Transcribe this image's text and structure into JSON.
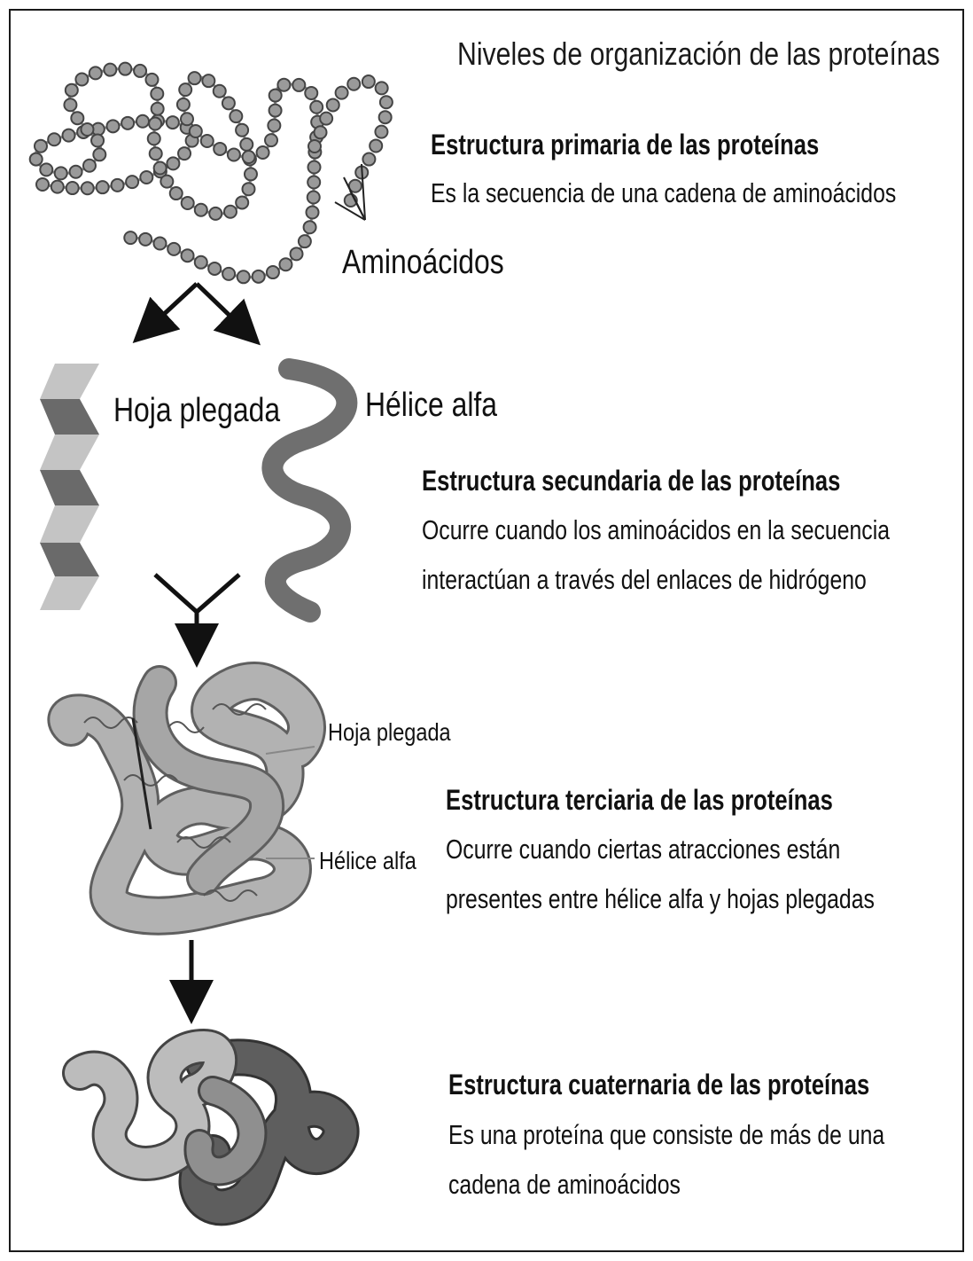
{
  "title": "Niveles de organización de las proteínas",
  "primary": {
    "heading": "Estructura primaria de las proteínas",
    "description": "Es la secuencia de una cadena de aminoácidos",
    "label_amino": "Aminoácidos"
  },
  "secondary": {
    "heading": "Estructura secundaria de las proteínas",
    "description_line1": "Ocurre cuando los aminoácidos en la secuencia",
    "description_line2": "interactúan  a través del enlaces de  hidrógeno",
    "label_sheet": "Hoja plegada",
    "label_helix": "Hélice alfa"
  },
  "tertiary": {
    "heading": "Estructura terciaria de las proteínas",
    "description_line1": "Ocurre cuando ciertas atracciones están",
    "description_line2": "presentes entre hélice alfa  y hojas plegadas",
    "label_sheet": "Hoja plegada",
    "label_helix": "Hélice alfa"
  },
  "quaternary": {
    "heading": "Estructura cuaternaria de las proteínas",
    "description_line1": "Es una proteína que consiste de más de una",
    "description_line2": "cadena de aminoácidos"
  },
  "colors": {
    "dark_gray": "#666666",
    "mid_gray": "#8a8a8a",
    "light_gray": "#bdbdbd",
    "bead_fill": "#9a9a9a"
  }
}
